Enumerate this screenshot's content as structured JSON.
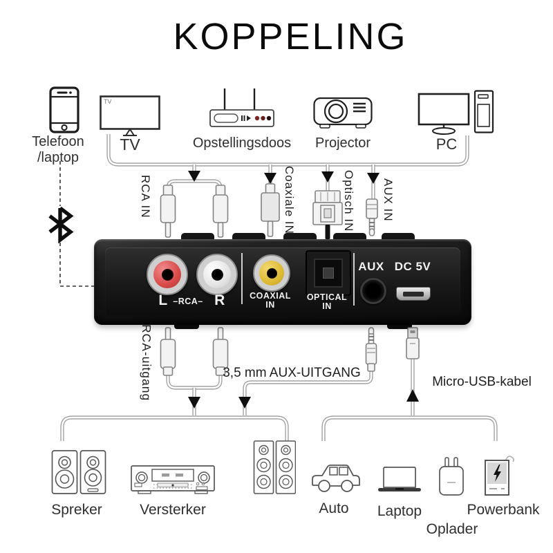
{
  "title": "KOPPELING",
  "top_devices": {
    "phone": {
      "line1": "Telefoon",
      "line2": "/laptop"
    },
    "tv": {
      "label": "TV",
      "screen_text": "TV"
    },
    "settop": {
      "label": "Opstellingsdoos"
    },
    "projector": {
      "label": "Projector"
    },
    "pc": {
      "label": "PC"
    }
  },
  "input_cables": {
    "rca": "RCA IN",
    "coaxial": "Coaxiale IN",
    "optical": "Optisch IN",
    "aux": "AUX IN"
  },
  "receiver": {
    "left": "L",
    "rca": "–RCA–",
    "right": "R",
    "coaxial1": "COAXIAL",
    "coaxial2": "IN",
    "optical1": "OPTICAL",
    "optical2": "IN",
    "aux": "AUX",
    "power": "DC 5V"
  },
  "output_cables": {
    "rca": "RCA-uitgang",
    "aux": "3,5 mm AUX-UITGANG",
    "usb": "Micro-USB-kabel"
  },
  "bottom_devices": {
    "speakers": {
      "label": "Spreker"
    },
    "amplifier": {
      "label": "Versterker"
    },
    "car": {
      "label": "Auto"
    },
    "laptop": {
      "label": "Laptop"
    },
    "charger": {
      "label": "Oplader"
    },
    "powerbank": {
      "label": "Powerbank"
    }
  },
  "icons": {
    "phone": "smartphone-outline",
    "tv": "tv-outline",
    "settop": "set-top-box-outline",
    "projector": "projector-outline",
    "pc": "desktop-pc-outline",
    "bluetooth": "bluetooth-rune",
    "speakers": "bookshelf-speakers-outline",
    "amplifier": "av-receiver-outline",
    "tower_speakers": "tower-speakers-outline",
    "car": "car-outline",
    "laptop": "laptop-outline",
    "charger": "wall-charger-outline",
    "powerbank": "powerbank-lightning"
  },
  "colors": {
    "rca_left_red": "#d94f4f",
    "rca_right_white": "#ededed",
    "coaxial_yellow": "#e2bd3a",
    "receiver_body": "#161616",
    "cable_gray": "#9b9b9b",
    "arrow_black": "#111111",
    "settop_dots_red": "#7a2424"
  }
}
